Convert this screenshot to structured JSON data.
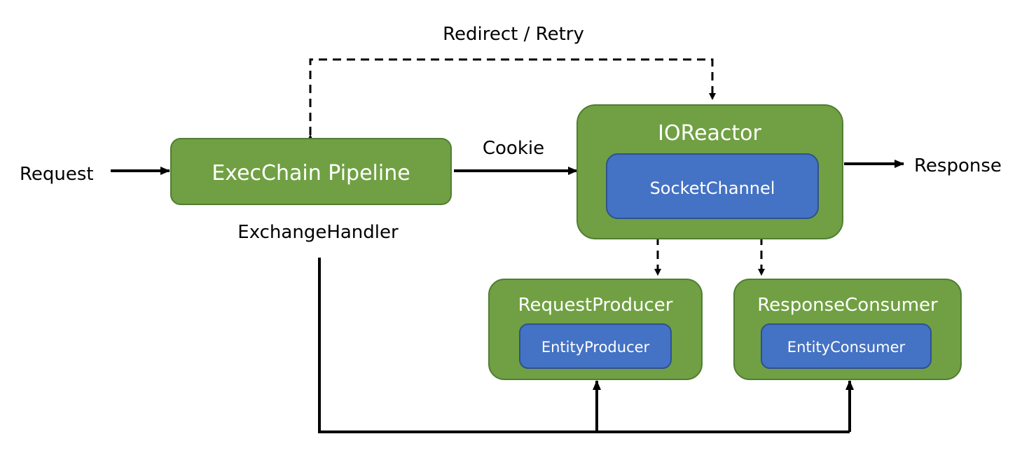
{
  "labels": {
    "request": "Request",
    "response": "Response",
    "redirect_retry": "Redirect / Retry",
    "cookie": "Cookie",
    "exchange_handler": "ExchangeHandler"
  },
  "nodes": {
    "exec_chain": "ExecChain Pipeline",
    "io_reactor": "IOReactor",
    "socket_channel": "SocketChannel",
    "request_producer": "RequestProducer",
    "entity_producer": "EntityProducer",
    "response_consumer": "ResponseConsumer",
    "entity_consumer": "EntityConsumer"
  },
  "colors": {
    "green_fill": "#70A043",
    "green_border": "#507E32",
    "blue_fill": "#4472C4",
    "blue_border": "#2F528F",
    "line": "#000000"
  }
}
